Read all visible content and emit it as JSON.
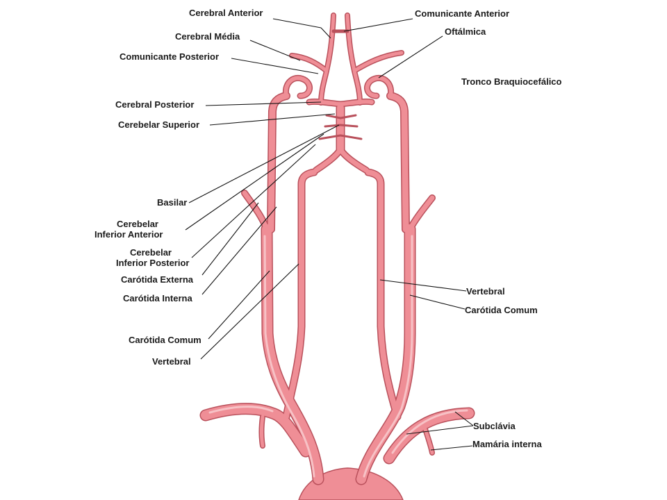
{
  "colors": {
    "artery_fill": "#ef8e96",
    "artery_edge": "#b9505b",
    "artery_highlight": "#f7c2c6",
    "label": "#1a1a1a",
    "background": "#ffffff"
  },
  "labels": {
    "cerebral_anterior": "Cerebral Anterior",
    "comunicante_anterior": "Comunicante Anterior",
    "cerebral_media": "Cerebral Média",
    "oftalmica": "Oftálmica",
    "comunicante_posterior": "Comunicante Posterior",
    "tronco_braquiocefalico": "Tronco Braquiocefálico",
    "cerebral_posterior": "Cerebral Posterior",
    "cerebelar_superior": "Cerebelar Superior",
    "basilar": "Basilar",
    "cerebelar_inferior_anterior_1": "Cerebelar",
    "cerebelar_inferior_anterior_2": "Inferior Anterior",
    "cerebelar_inferior_posterior_1": "Cerebelar",
    "cerebelar_inferior_posterior_2": "Inferior Posterior",
    "carotida_externa": "Carótida Externa",
    "carotida_interna": "Carótida Interna",
    "carotida_comum_left": "Carótida Comum",
    "vertebral_left": "Vertebral",
    "vertebral_right": "Vertebral",
    "carotida_comum_right": "Carótida Comum",
    "subclavia": "Subclávia",
    "mamaria_interna": "Mamária interna"
  }
}
